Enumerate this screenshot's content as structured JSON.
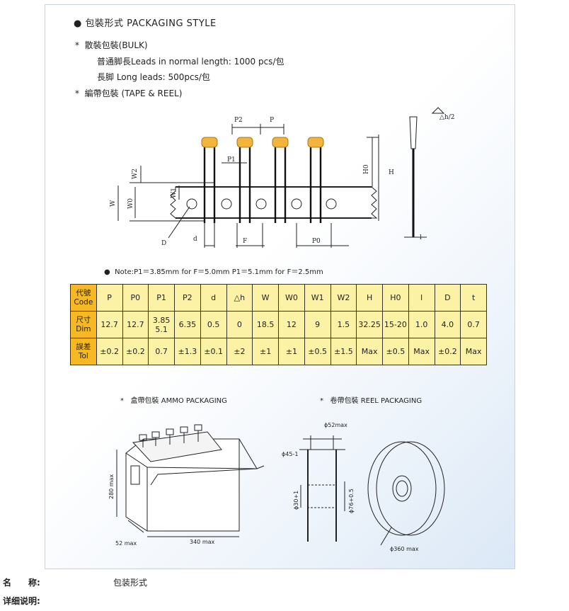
{
  "header": {
    "bullet": "●",
    "title": "包裝形式 PACKAGING STYLE"
  },
  "bulk": {
    "star": "*",
    "title": "散裝包裝(BULK)",
    "line1": "普通脚長Leads in normal length: 1000 pcs/包",
    "line2": "長脚 Long leads: 500pcs/包"
  },
  "tape": {
    "star": "*",
    "title": "編帶包裝 (TAPE & REEL)"
  },
  "diagram_labels": {
    "P2": "P2",
    "P": "P",
    "P1": "P1",
    "H0": "H0",
    "H": "H",
    "W2": "W2",
    "W1": "W1",
    "W0": "W0",
    "W": "W",
    "D": "D",
    "d": "d",
    "F": "F",
    "P0": "P0",
    "dh": "△h/2",
    "l": "l"
  },
  "note": "Note:P1＝3.85mm for F＝5.0mm P1＝5.1mm  for F＝2.5mm",
  "note_bullet": "●",
  "table": {
    "rows": [
      {
        "label": [
          "代號",
          "Code"
        ],
        "cells": [
          "P",
          "P0",
          "P1",
          "P2",
          "d",
          "△h",
          "W",
          "W0",
          "W1",
          "W2",
          "H",
          "H0",
          "l",
          "D",
          "t"
        ]
      },
      {
        "label": [
          "尺寸",
          "Dim"
        ],
        "cells": [
          "12.7",
          "12.7",
          "3.85\n5.1",
          "6.35",
          "0.5",
          "0",
          "18.5",
          "12",
          "9",
          "1.5",
          "32.25",
          "15-20",
          "1.0",
          "4.0",
          "0.7"
        ]
      },
      {
        "label": [
          "誤差",
          "Tol"
        ],
        "cells": [
          "±0.2",
          "±0.2",
          "0.7",
          "±1.3",
          "±0.1",
          "±2",
          "±1",
          "±1",
          "±0.5",
          "±1.5",
          "Max",
          "±0.5",
          "Max",
          "±0.2",
          "Max"
        ]
      }
    ]
  },
  "ammo": {
    "star": "*",
    "title": "盒帶包裝  AMMO PACKAGING",
    "h": "280 max",
    "w": "340 max",
    "d": "52 max"
  },
  "reel": {
    "star": "*",
    "title": "卷帶包裝  REEL PACKAGING",
    "d52": "ϕ52max",
    "d45": "ϕ45-1",
    "d30": "ϕ30+1",
    "d76": "ϕ76+0.5",
    "d360": "ϕ360 max"
  },
  "footer": {
    "name_label": "名　　称:",
    "name_value": "包装形式",
    "detail_label": "详细说明:"
  }
}
